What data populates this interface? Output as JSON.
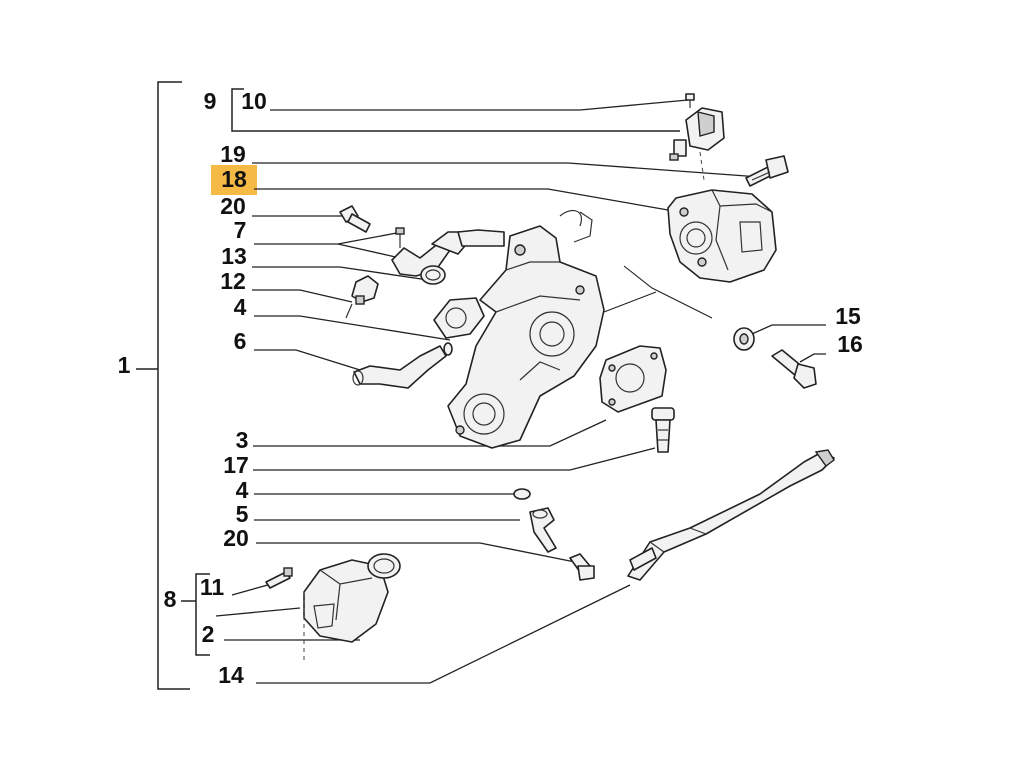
{
  "diagram": {
    "highlight_color": "#f5b945",
    "callouts": {
      "c1": "1",
      "c2": "2",
      "c3": "3",
      "c4a": "4",
      "c4b": "4",
      "c5": "5",
      "c6": "6",
      "c7": "7",
      "c8": "8",
      "c9": "9",
      "c10": "10",
      "c11": "11",
      "c12": "12",
      "c13": "13",
      "c14": "14",
      "c15": "15",
      "c16": "16",
      "c17": "17",
      "c18": "18",
      "c19": "19",
      "c20a": "20",
      "c20b": "20"
    }
  }
}
